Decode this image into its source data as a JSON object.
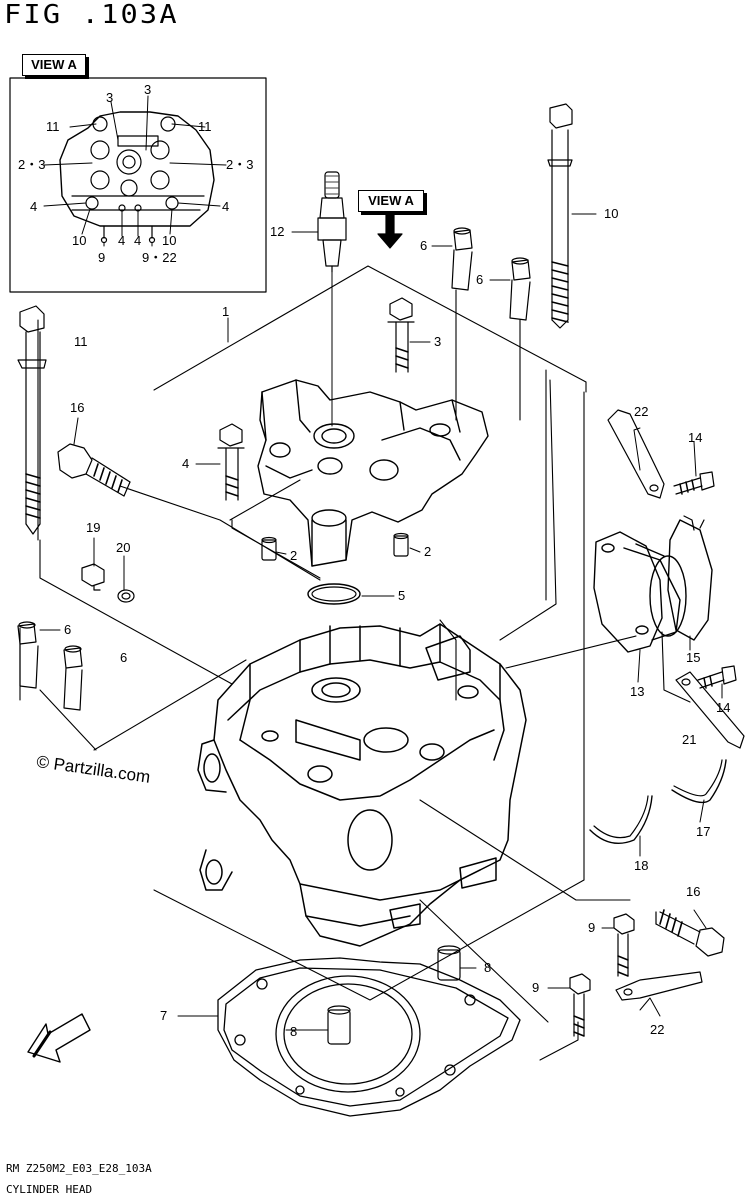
{
  "figure": {
    "title": "FIG .103A",
    "footer_code": "RM Z250M2_E03_E28_103A",
    "footer_name": "CYLINDER HEAD"
  },
  "view_a": {
    "tag": "VIEW A",
    "labels": [
      {
        "id": "va-3a",
        "text": "3"
      },
      {
        "id": "va-3b",
        "text": "3"
      },
      {
        "id": "va-11l",
        "text": "11"
      },
      {
        "id": "va-11r",
        "text": "11"
      },
      {
        "id": "va-23l",
        "text": "2・3"
      },
      {
        "id": "va-23r",
        "text": "2・3"
      },
      {
        "id": "va-4l",
        "text": "4"
      },
      {
        "id": "va-4r",
        "text": "4"
      },
      {
        "id": "va-4m1",
        "text": "4"
      },
      {
        "id": "va-4m2",
        "text": "4"
      },
      {
        "id": "va-10l",
        "text": "10"
      },
      {
        "id": "va-10r",
        "text": "10"
      },
      {
        "id": "va-9",
        "text": "9"
      },
      {
        "id": "va-922",
        "text": "9・22"
      }
    ]
  },
  "main_view": {
    "tag": "VIEW A",
    "arrow_icon": "down-arrow-icon"
  },
  "callouts": [
    {
      "id": "c1",
      "text": "1"
    },
    {
      "id": "c2a",
      "text": "2"
    },
    {
      "id": "c2b",
      "text": "2"
    },
    {
      "id": "c3",
      "text": "3"
    },
    {
      "id": "c4",
      "text": "4"
    },
    {
      "id": "c5",
      "text": "5"
    },
    {
      "id": "c6a",
      "text": "6"
    },
    {
      "id": "c6b",
      "text": "6"
    },
    {
      "id": "c6c",
      "text": "6"
    },
    {
      "id": "c6d",
      "text": "6"
    },
    {
      "id": "c7",
      "text": "7"
    },
    {
      "id": "c8a",
      "text": "8"
    },
    {
      "id": "c8b",
      "text": "8"
    },
    {
      "id": "c9a",
      "text": "9"
    },
    {
      "id": "c9b",
      "text": "9"
    },
    {
      "id": "c10",
      "text": "10"
    },
    {
      "id": "c11",
      "text": "11"
    },
    {
      "id": "c12",
      "text": "12"
    },
    {
      "id": "c13",
      "text": "13"
    },
    {
      "id": "c14a",
      "text": "14"
    },
    {
      "id": "c14b",
      "text": "14"
    },
    {
      "id": "c15",
      "text": "15"
    },
    {
      "id": "c16a",
      "text": "16"
    },
    {
      "id": "c16b",
      "text": "16"
    },
    {
      "id": "c17",
      "text": "17"
    },
    {
      "id": "c18",
      "text": "18"
    },
    {
      "id": "c19",
      "text": "19"
    },
    {
      "id": "c20",
      "text": "20"
    },
    {
      "id": "c21",
      "text": "21"
    },
    {
      "id": "c22a",
      "text": "22"
    },
    {
      "id": "c22b",
      "text": "22"
    }
  ],
  "watermark": "© Partzilla.com",
  "fwd": "FWD"
}
